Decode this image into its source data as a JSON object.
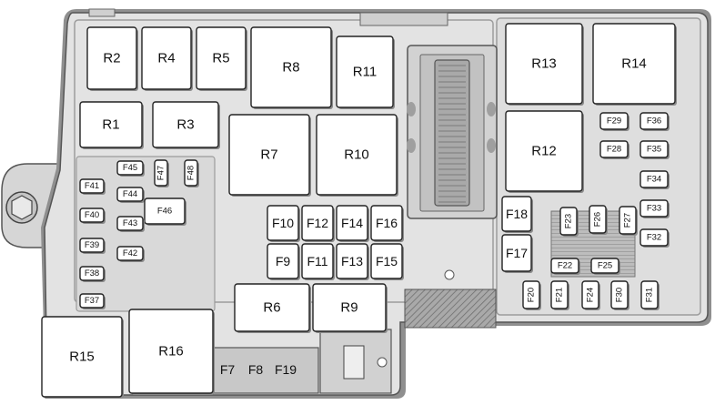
{
  "relays": [
    {
      "id": "R2",
      "label": "R2"
    },
    {
      "id": "R4",
      "label": "R4"
    },
    {
      "id": "R5",
      "label": "R5"
    },
    {
      "id": "R8",
      "label": "R8"
    },
    {
      "id": "R11",
      "label": "R11"
    },
    {
      "id": "R13",
      "label": "R13"
    },
    {
      "id": "R14",
      "label": "R14"
    },
    {
      "id": "R1",
      "label": "R1"
    },
    {
      "id": "R3",
      "label": "R3"
    },
    {
      "id": "R7",
      "label": "R7"
    },
    {
      "id": "R10",
      "label": "R10"
    },
    {
      "id": "R12",
      "label": "R12"
    },
    {
      "id": "R6",
      "label": "R6"
    },
    {
      "id": "R9",
      "label": "R9"
    },
    {
      "id": "R15",
      "label": "R15"
    },
    {
      "id": "R16",
      "label": "R16"
    }
  ],
  "fuses_large": [
    {
      "id": "F10",
      "label": "F10"
    },
    {
      "id": "F12",
      "label": "F12"
    },
    {
      "id": "F14",
      "label": "F14"
    },
    {
      "id": "F16",
      "label": "F16"
    },
    {
      "id": "F9",
      "label": "F9"
    },
    {
      "id": "F11",
      "label": "F11"
    },
    {
      "id": "F13",
      "label": "F13"
    },
    {
      "id": "F15",
      "label": "F15"
    },
    {
      "id": "F18",
      "label": "F18"
    },
    {
      "id": "F17",
      "label": "F17"
    }
  ],
  "fuses_small": [
    {
      "id": "F45",
      "label": "F45"
    },
    {
      "id": "F47",
      "label": "F47"
    },
    {
      "id": "F48",
      "label": "F48"
    },
    {
      "id": "F41",
      "label": "F41"
    },
    {
      "id": "F44",
      "label": "F44"
    },
    {
      "id": "F46",
      "label": "F46"
    },
    {
      "id": "F40",
      "label": "F40"
    },
    {
      "id": "F43",
      "label": "F43"
    },
    {
      "id": "F39",
      "label": "F39"
    },
    {
      "id": "F42",
      "label": "F42"
    },
    {
      "id": "F38",
      "label": "F38"
    },
    {
      "id": "F37",
      "label": "F37"
    },
    {
      "id": "F29",
      "label": "F29"
    },
    {
      "id": "F36",
      "label": "F36"
    },
    {
      "id": "F28",
      "label": "F28"
    },
    {
      "id": "F35",
      "label": "F35"
    },
    {
      "id": "F34",
      "label": "F34"
    },
    {
      "id": "F33",
      "label": "F33"
    },
    {
      "id": "F23",
      "label": "F23"
    },
    {
      "id": "F26",
      "label": "F26"
    },
    {
      "id": "F27",
      "label": "F27"
    },
    {
      "id": "F32",
      "label": "F32"
    },
    {
      "id": "F22",
      "label": "F22"
    },
    {
      "id": "F25",
      "label": "F25"
    },
    {
      "id": "F20",
      "label": "F20"
    },
    {
      "id": "F21",
      "label": "F21"
    },
    {
      "id": "F24",
      "label": "F24"
    },
    {
      "id": "F30",
      "label": "F30"
    },
    {
      "id": "F31",
      "label": "F31"
    }
  ],
  "bottom_fuses": [
    {
      "id": "F7",
      "label": "F7"
    },
    {
      "id": "F8",
      "label": "F8"
    },
    {
      "id": "F19",
      "label": "F19"
    }
  ],
  "colors": {
    "housing": "#e3e3e3",
    "housing_stroke": "#555555",
    "shadow": "#8a8a8a",
    "component": "#ffffff",
    "component_stroke": "#222222",
    "recess": "#c9c9c9"
  }
}
